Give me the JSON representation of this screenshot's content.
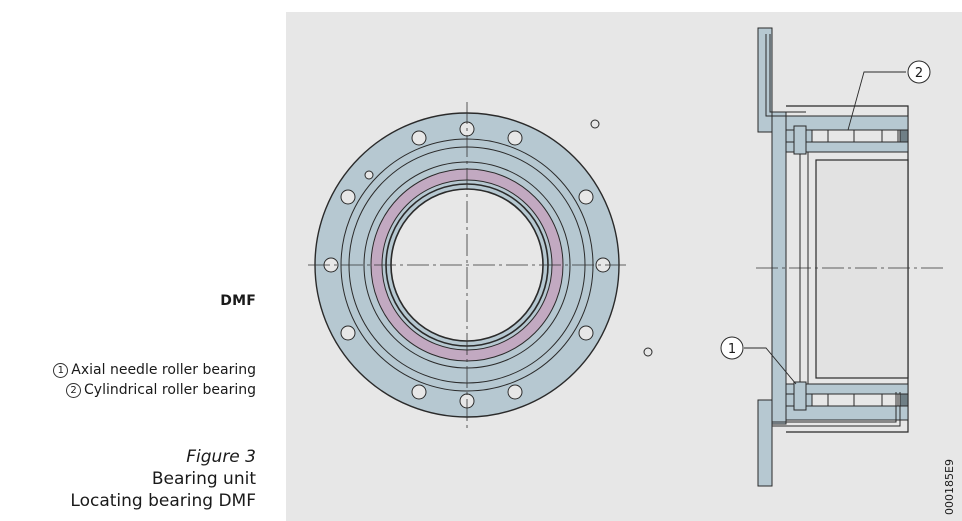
{
  "product_code": "DMF",
  "legend": [
    {
      "number": "1",
      "label": "Axial needle roller bearing"
    },
    {
      "number": "2",
      "label": "Cylindrical roller bearing"
    }
  ],
  "caption": {
    "figure": "Figure 3",
    "line1": "Bearing unit",
    "line2": "Locating bearing DMF"
  },
  "drawing": {
    "callout_1": "1",
    "callout_2": "2",
    "drawing_id": "000185E9"
  },
  "colors": {
    "panel_bg": "#e7e7e7",
    "steel": "#b6c8d1",
    "roller_ring": "#c2a9c1",
    "outline": "#2a2a2a"
  }
}
